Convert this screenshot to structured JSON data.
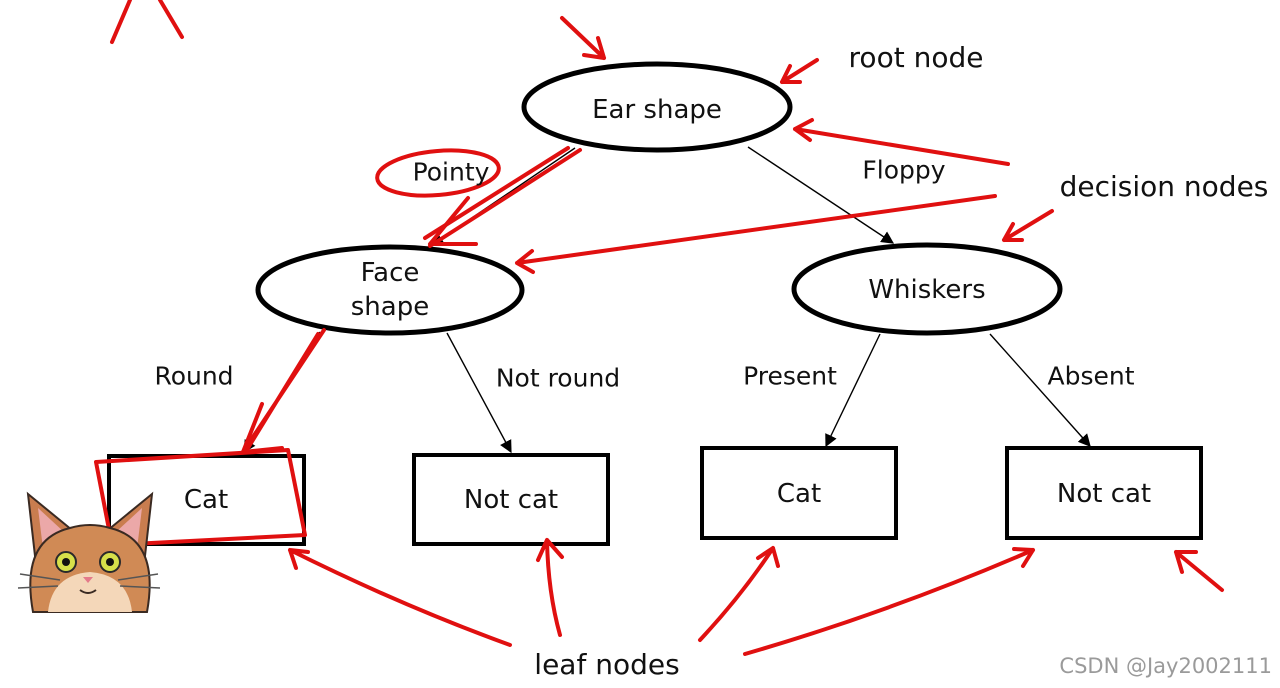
{
  "diagram": {
    "nodes": {
      "root": "Ear shape",
      "face": "Face\nshape",
      "whiskers": "Whiskers",
      "leaf1": "Cat",
      "leaf2": "Not cat",
      "leaf3": "Cat",
      "leaf4": "Not cat"
    },
    "edges": {
      "pointy": "Pointy",
      "floppy": "Floppy",
      "round": "Round",
      "not_round": "Not round",
      "present": "Present",
      "absent": "Absent"
    },
    "annotations": {
      "root_node": "root node",
      "decision_nodes": "decision nodes",
      "leaf_nodes": "leaf nodes"
    }
  },
  "watermark": "CSDN @Jay2002111",
  "colors": {
    "annotation": "#e01010",
    "stroke": "#000000"
  },
  "icons": [
    "cat-face-icon"
  ]
}
